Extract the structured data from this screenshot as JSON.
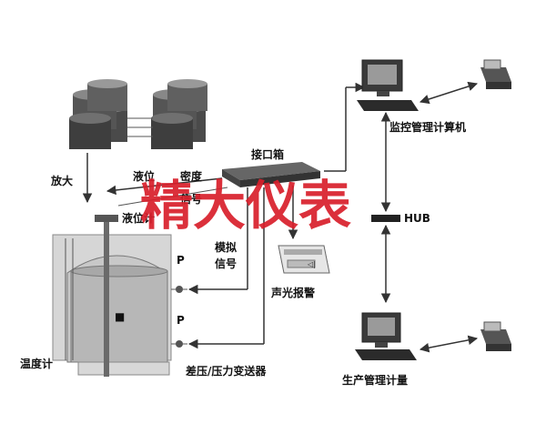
{
  "labels": {
    "amplify": "放大",
    "interface_box": "接口箱",
    "level_signal": "液位",
    "density": "密度",
    "signal": "信号",
    "level_gauge": "液位计",
    "analog": "模拟",
    "analog_signal": "信号",
    "alarm": "声光报警",
    "hub": "HUB",
    "monitor_computer": "监控管理计算机",
    "production_metering": "生产管理计量",
    "temperature_gauge": "温度计",
    "pressure_transmitter": "差压/压力变送器",
    "p_upper": "P",
    "p_lower": "P",
    "tank_mark": "■"
  },
  "watermark": "精大仪表",
  "colors": {
    "watermark": "#d81e2a",
    "line": "#333333",
    "tank_fill": "#b7b7b7",
    "server": "#5b5b5b"
  }
}
